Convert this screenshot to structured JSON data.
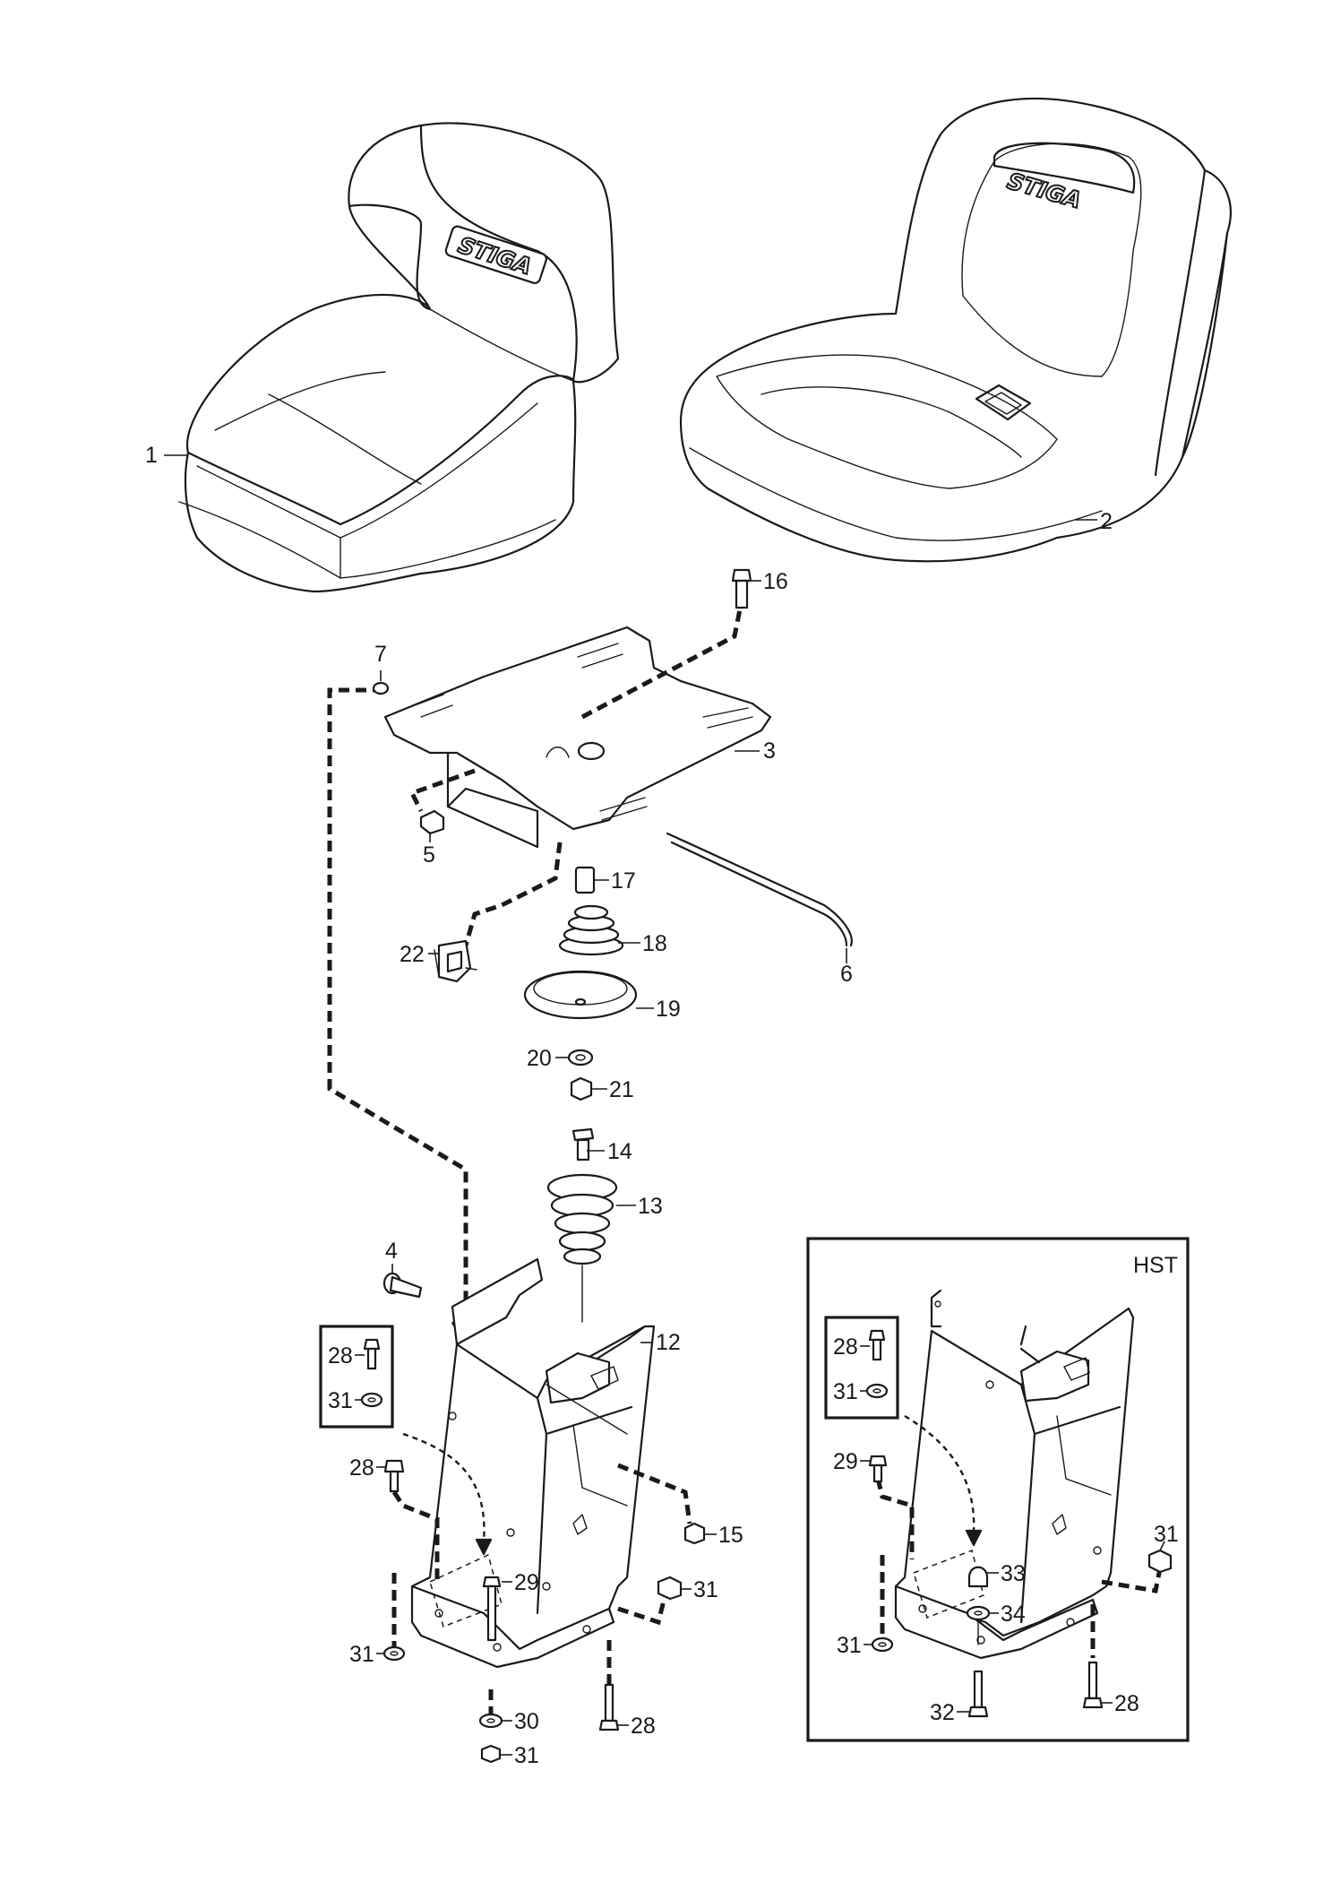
{
  "brand_logo": "STIGA",
  "inset_title": "HST",
  "callouts": {
    "c1": "1",
    "c2": "2",
    "c3": "3",
    "c4": "4",
    "c5": "5",
    "c6": "6",
    "c7": "7",
    "c12": "12",
    "c13": "13",
    "c14": "14",
    "c15": "15",
    "c16": "16",
    "c17": "17",
    "c18": "18",
    "c19": "19",
    "c20": "20",
    "c21": "21",
    "c22": "22",
    "c28a": "28",
    "c31a": "31",
    "c28b": "28",
    "c29a": "29",
    "c31b": "31",
    "c31c": "31",
    "c30": "30",
    "c31d": "31",
    "c28c": "28",
    "i28a": "28",
    "i31a": "31",
    "i29": "29",
    "i31b": "31",
    "i33": "33",
    "i34": "34",
    "i31c": "31",
    "i32": "32",
    "i28b": "28"
  },
  "colors": {
    "line": "#1a1a1a",
    "background": "#ffffff"
  }
}
